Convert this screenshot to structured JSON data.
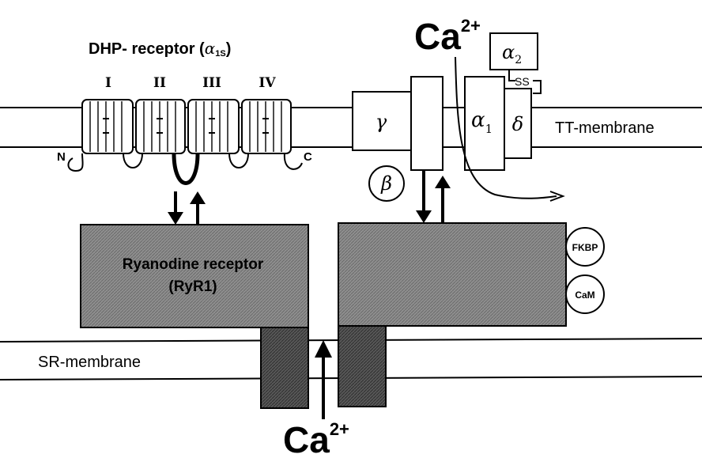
{
  "title": {
    "main": "DHP- receptor (",
    "alpha": "α",
    "sub": "1S",
    "close": ")"
  },
  "domains": [
    "I",
    "II",
    "III",
    "IV"
  ],
  "terminals": {
    "n": "N",
    "c": "C"
  },
  "subunits": {
    "gamma": "γ",
    "beta": "β",
    "alpha1": "α",
    "alpha1_sub": "1",
    "delta": "δ",
    "alpha2": "α",
    "alpha2_sub": "2",
    "ss": "SS"
  },
  "membranes": {
    "tt": "TT-membrane",
    "sr": "SR-membrane"
  },
  "ryr": {
    "line1": "Ryanodine receptor",
    "line2": "(RyR1)"
  },
  "badges": {
    "fkbp": "FKBP",
    "cam": "CaM"
  },
  "calcium": {
    "top": "Ca",
    "top_sup": "2+",
    "bottom": "Ca",
    "bottom_sup": "2+"
  },
  "colors": {
    "ryr_fill": "#8c8c8c",
    "pore_fill": "#555555",
    "line": "#000000"
  }
}
